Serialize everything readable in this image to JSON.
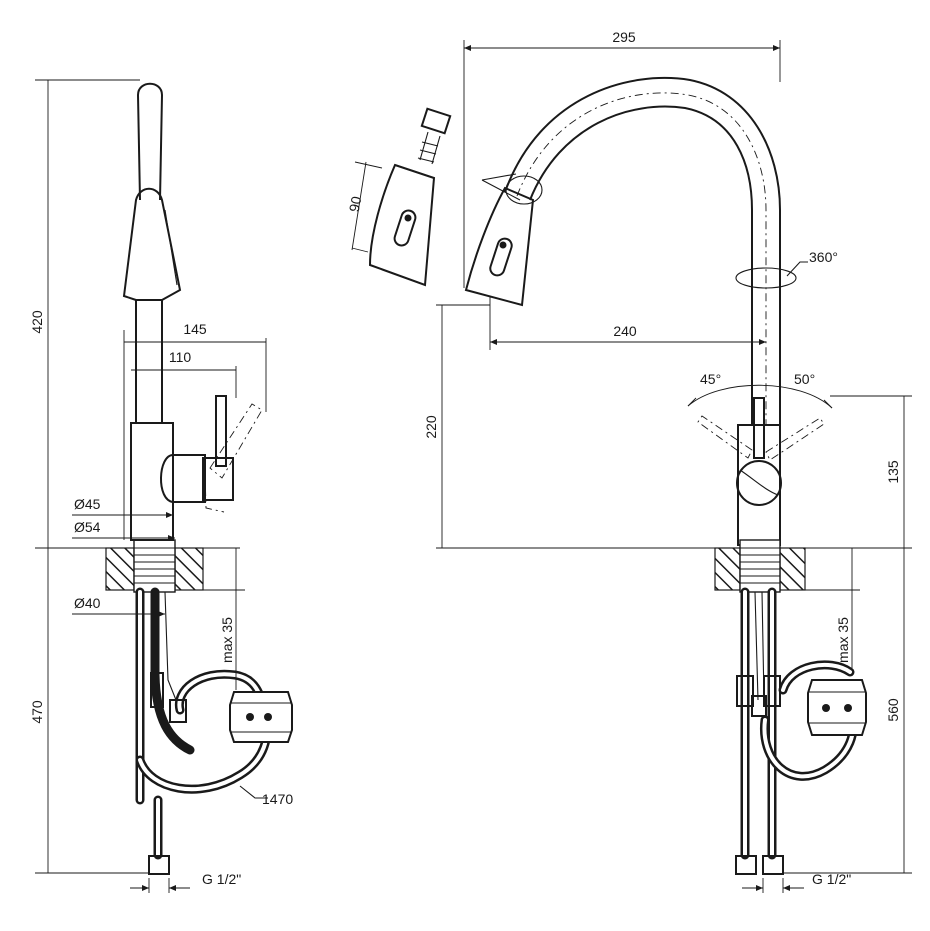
{
  "dimensions": {
    "left_height_upper": "420",
    "left_height_lower": "470",
    "left_reach_145": "145",
    "left_reach_110": "110",
    "dia_45": "Ø45",
    "dia_54": "Ø54",
    "dia_40": "Ø40",
    "left_max": "max 35",
    "hose_length": "1470",
    "left_thread": "G 1/2\"",
    "spray_head": "90",
    "top_width": "295",
    "rotation": "360°",
    "spout_reach": "240",
    "spout_height": "220",
    "angle_left": "45°",
    "angle_right": "50°",
    "body_height": "135",
    "right_max": "max 35",
    "right_height_lower": "560",
    "right_thread": "G 1/2\""
  }
}
